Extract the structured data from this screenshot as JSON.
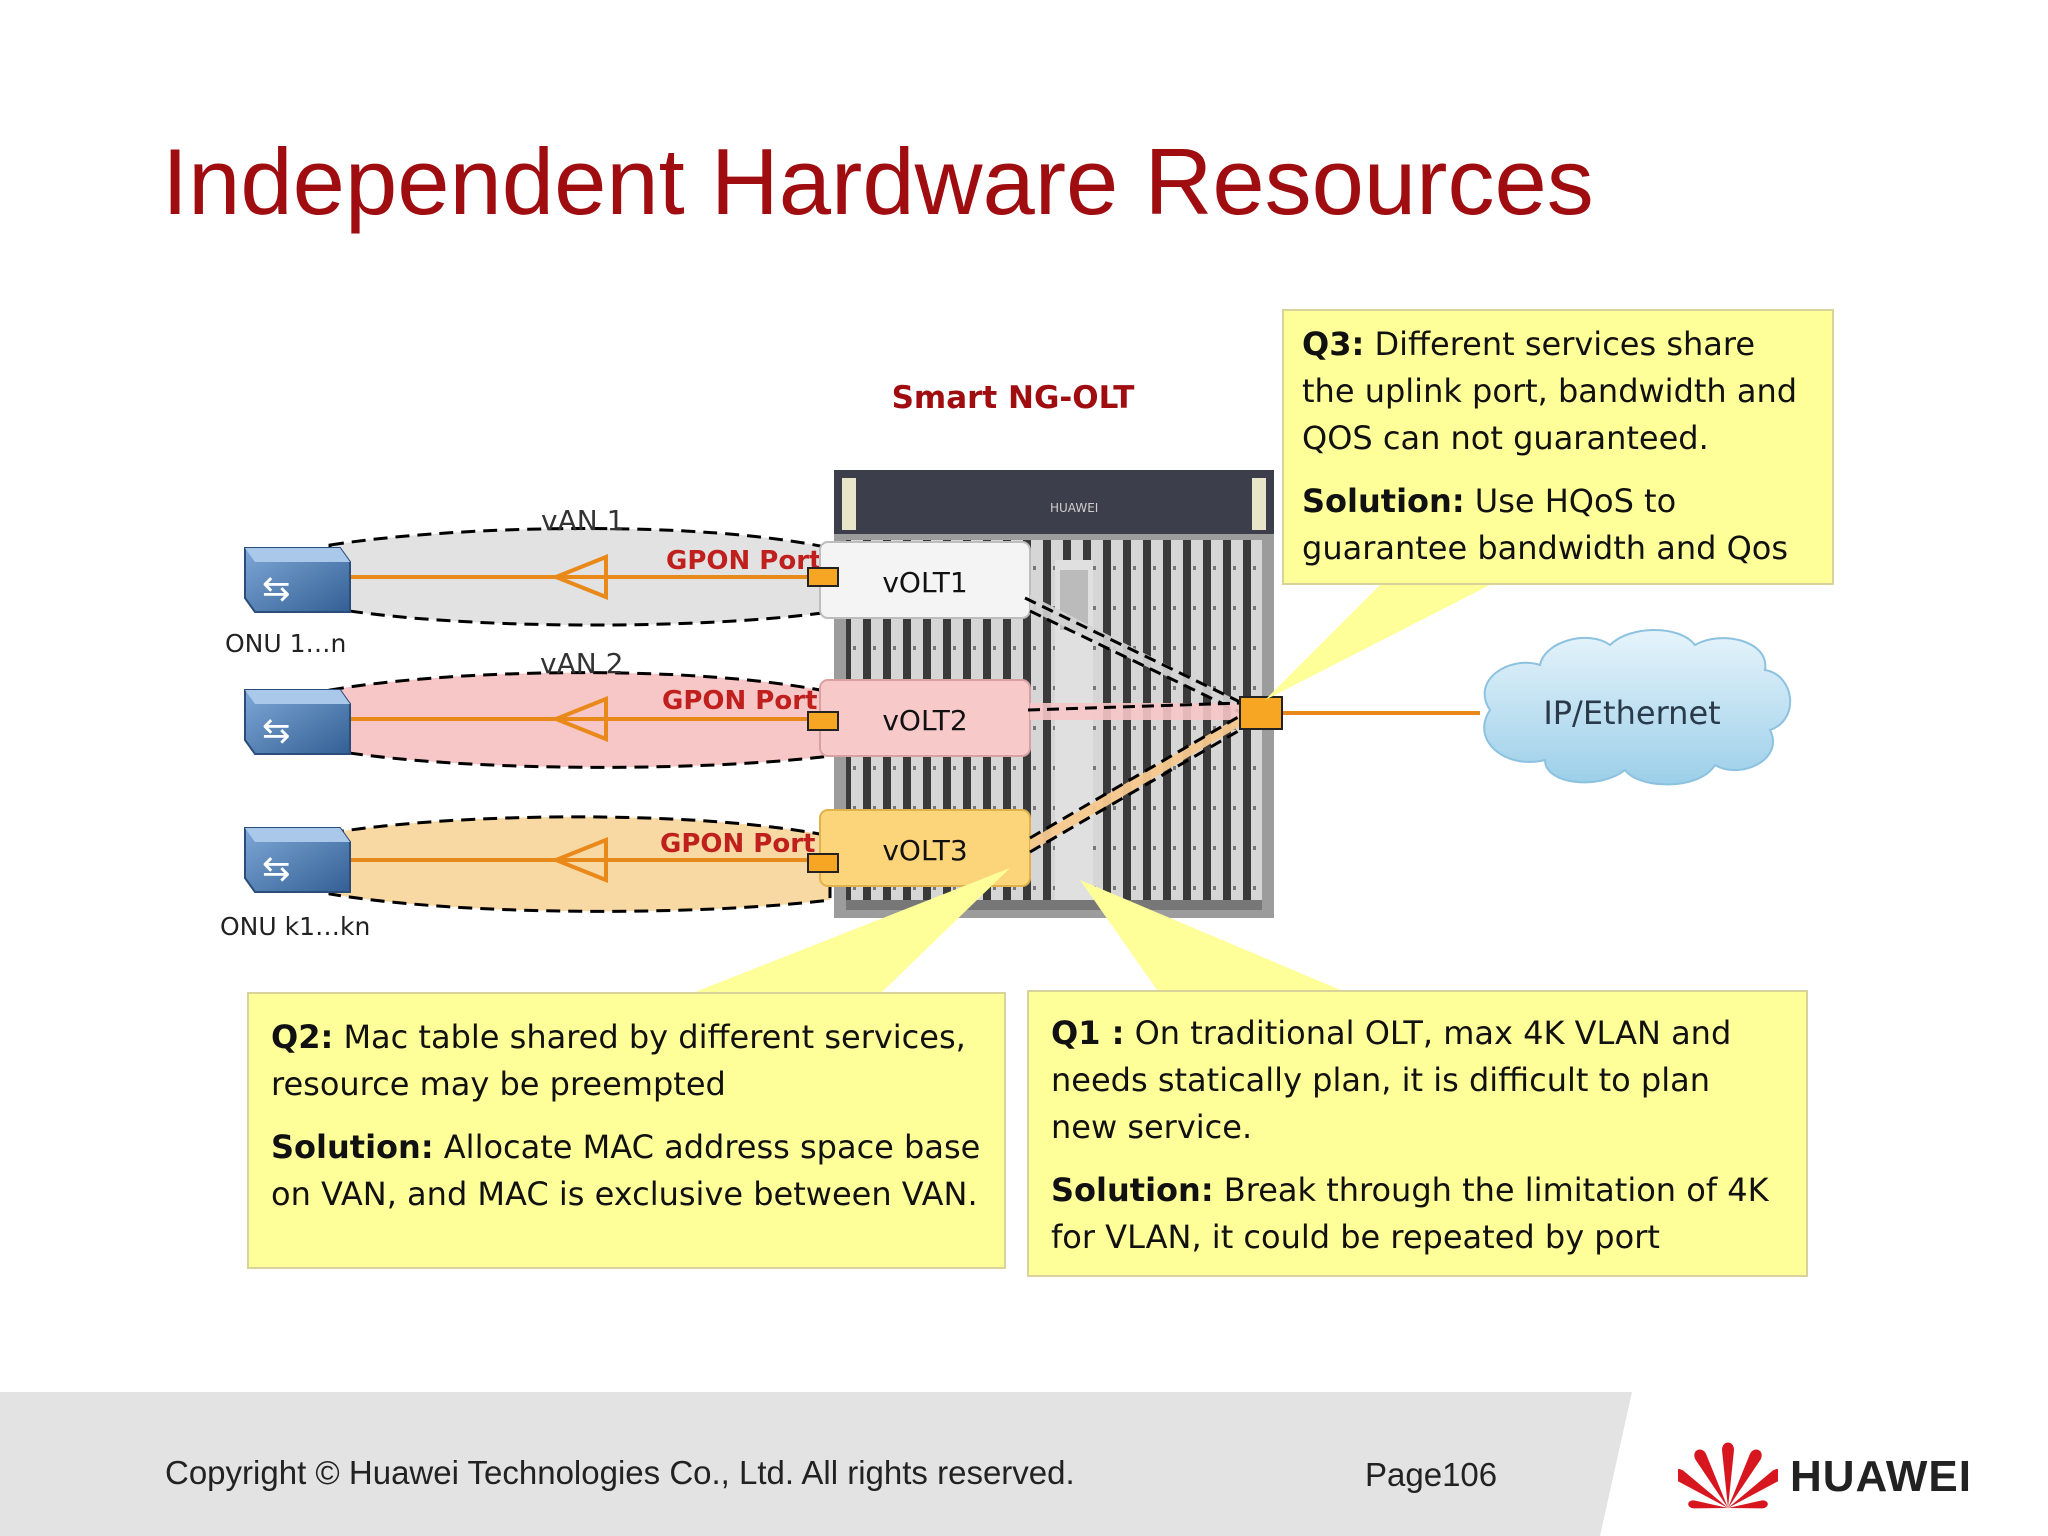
{
  "slide": {
    "title": "Independent Hardware Resources"
  },
  "diagram": {
    "device_title": "Smart NG-OLT",
    "device_brand": "HUAWEI",
    "van_labels": [
      "vAN 1",
      "vAN 2"
    ],
    "port_label": "GPON Port",
    "volt_labels": [
      "vOLT1",
      "vOLT2",
      "vOLT3"
    ],
    "onu_labels": [
      "ONU 1…n",
      "ONU k1…kn"
    ],
    "cloud_label": "IP/Ethernet",
    "colors": {
      "van1": "#e2e2e2",
      "van2": "#f7c6c6",
      "van3": "#f9d9a3",
      "fiber": "#e8891a",
      "port": "#f6a623",
      "title_red": "#a00d10"
    }
  },
  "callouts": {
    "q3": {
      "label": "Q3:",
      "text": " Different services share the uplink port, bandwidth and QOS can not guaranteed.",
      "solution_label": "Solution:",
      "solution_text": " Use HQoS to guarantee bandwidth and Qos"
    },
    "q2": {
      "label": "Q2:",
      "text": " Mac table shared by different services, resource may be preempted",
      "solution_label": "Solution:",
      "solution_text": "  Allocate MAC address space base on VAN, and MAC is exclusive between VAN."
    },
    "q1": {
      "label": "Q1 :",
      "text": "  On traditional OLT, max 4K VLAN and needs statically plan, it is difficult to plan new service.",
      "solution_label": "Solution:",
      "solution_text": "  Break through the limitation of 4K for VLAN, it could be repeated by port"
    }
  },
  "footer": {
    "copyright": "Copyright © Huawei Technologies Co., Ltd. All rights reserved.",
    "page": "Page106",
    "brand": "HUAWEI"
  }
}
